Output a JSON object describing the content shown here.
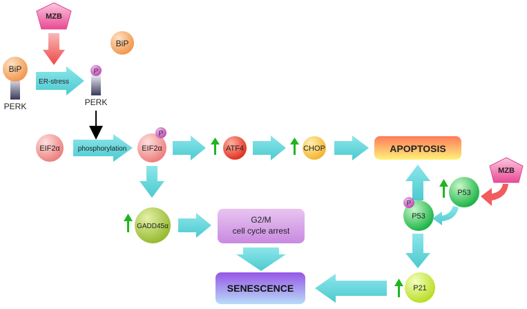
{
  "labels": {
    "mzb_top": "MZB",
    "bip_free": "BiP",
    "bip_bound": "BiP",
    "perk_left": "PERK",
    "er_stress": "ER-stress",
    "p_perk": "P",
    "perk_right": "PERK",
    "eif2a_left": "EIF2α",
    "phosphorylation": "phosphorylation",
    "p_eif2a": "P",
    "eif2a_right": "EIF2α",
    "atf4": "ATF4",
    "chop": "CHOP",
    "apoptosis": "APOPTOSIS",
    "gadd45a": "GADD45α",
    "g2m_line1": "G2/M",
    "g2m_line2": "cell cycle arrest",
    "senescence": "SENESCENCE",
    "p53_upper": "P53",
    "mzb_right": "MZB",
    "p_p53": "P",
    "p53_lower": "P53",
    "p21": "P21"
  },
  "colors": {
    "arrow_fill": "#5fd8dc",
    "up_arrow": "#1fb51f",
    "mzb_fill": "#f06aa4",
    "mzb_arrow": "#f25c5c",
    "bip": "#f7a05a",
    "phospho": "#c24fb5",
    "apoptosis": "#ff8a6a",
    "senescence": "#9a6ee6",
    "g2m": "#d29be8",
    "gadd45a": "#a6c83a",
    "p53": "#22c04c",
    "p21": "#c8e83c",
    "atf4": "#e83a2a",
    "chop": "#f5c83a",
    "eif2a": "#f08a88"
  }
}
